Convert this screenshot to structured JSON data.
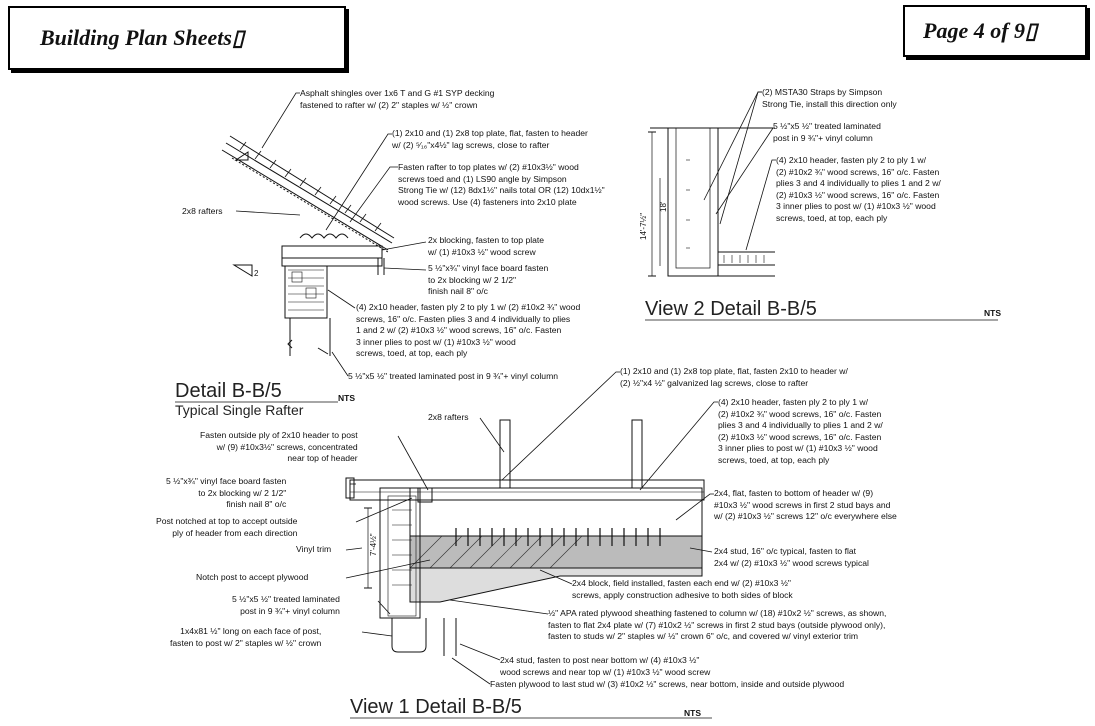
{
  "header": {
    "title": "Building Plan Sheets▯",
    "page": "Page 4 of 9▯"
  },
  "detail_bb5": {
    "title": "Detail B-B/5",
    "subtitle": "Typical Single Rafter",
    "nts": "NTS",
    "notes": {
      "shingles": "Asphalt shingles over 1x6 T and G #1 SYP decking\nfastened to rafter w/ (2) 2\" staples w/ ½\" crown",
      "top_plate": "(1) 2x10 and (1) 2x8 top plate, flat, fasten to header\nw/ (2) ⁵⁄₁₆\"x4½\" lag screws, close to rafter",
      "fasten_rafter": "Fasten rafter to top plates w/ (2) #10x3½\" wood\nscrews toed and (1) LS90 angle by Simpson\nStrong Tie w/ (12) 8dx1½\" nails total OR (12) 10dx1½\"\nwood screws.  Use (4) fasteners into 2x10 plate",
      "rafters": "2x8 rafters",
      "blocking": "2x blocking, fasten to top plate\nw/ (1) #10x3 ½\" wood screw",
      "vinyl_face": "5 ½\"x¾\" vinyl face board fasten\nto 2x blocking w/ 2 1/2\"\nfinish nail 8\" o/c",
      "header": "(4) 2x10 header, fasten ply 2 to ply 1 w/ (2) #10x2 ¾\" wood\nscrews, 16\" o/c.  Fasten plies 3 and 4 individually to plies\n1 and 2 w/ (2) #10x3 ½\" wood screws, 16\" o/c.  Fasten\n3 inner plies to post w/ (1) #10x3 ½\" wood\nscrews, toed, at top, each ply",
      "post": "5 ½\"x5 ½\" treated laminated post in 9 ¾\"+ vinyl column"
    }
  },
  "view2": {
    "title": "View 2 Detail B-B/5",
    "nts": "NTS",
    "dim_a": "14'-7½\"",
    "dim_b": "18'",
    "notes": {
      "straps": "(2) MSTA30 Straps by Simpson\nStrong Tie, install this direction only",
      "post": "5 ½\"x5 ½\" treated laminated\npost in 9 ¾\"+ vinyl column",
      "header": "(4) 2x10 header, fasten ply 2 to ply 1 w/\n(2) #10x2 ¾\" wood screws, 16\" o/c.  Fasten\nplies 3 and 4 individually to plies 1 and 2 w/\n(2) #10x3 ½\" wood screws, 16\" o/c.  Fasten\n3 inner plies to post w/ (1) #10x3 ½\" wood\nscrews, toed, at top, each ply"
    }
  },
  "view1": {
    "title": "View 1 Detail B-B/5",
    "nts": "NTS",
    "dim": "7'-4½\"",
    "notes": {
      "top_plate": "(1) 2x10 and (1) 2x8 top plate, flat, fasten 2x10 to header w/\n(2) ½\"x4 ½\" galvanized lag screws, close to rafter",
      "rafters": "2x8 rafters",
      "header": "(4) 2x10 header, fasten ply 2 to ply 1 w/\n(2) #10x2 ¾\" wood screws, 16\" o/c.  Fasten\nplies 3 and 4 individually to plies 1 and 2 w/\n(2) #10x3 ½\" wood screws, 16\" o/c.  Fasten\n3 inner plies to post w/ (1) #10x3 ½\" wood\nscrews, toed, at top, each ply",
      "outside_ply": "Fasten outside ply of 2x10 header to post\nw/ (9) #10x3½\" screws, concentrated\nnear top of header",
      "vinyl_face": "5 ½\"x¾\" vinyl face board fasten\nto 2x blocking w/ 2 1/2\"\nfinish nail 8\" o/c",
      "post_notched": "Post notched at top to accept outside\nply of header from each direction",
      "vinyl_trim": "Vinyl trim",
      "notch_post": "Notch post to accept plywood",
      "post": "5 ½\"x5 ½\" treated laminated\npost in 9 ¾\"+ vinyl column",
      "trim_1x4": "1x4x81 ½\" long on each face of post,\nfasten to post w/ 2\" staples w/ ½\" crown",
      "flat_2x4": "2x4, flat, fasten to bottom of header w/ (9)\n#10x3 ½\" wood screws in first 2 stud bays and\nw/ (2) #10x3 ½\" screws 12\" o/c everywhere else",
      "stud": "2x4 stud, 16\" o/c typical, fasten to flat\n2x4 w/ (2) #10x3 ½\" wood screws typical",
      "block": "2x4 block, field installed, fasten each end w/ (2) #10x3 ½\"\nscrews, apply construction adhesive to both sides of block",
      "plywood": "½\" APA rated plywood sheathing fastened to column w/ (18) #10x2 ½\" screws, as shown,\nfasten to flat 2x4 plate w/ (7) #10x2 ½\" screws in first 2 stud bays (outside plywood only),\nfasten to studs w/ 2\" staples w/ ½\" crown 6\" o/c, and covered w/ vinyl exterior trim",
      "stud_post": "2x4 stud, fasten to post near bottom w/ (4) #10x3 ½\"\nwood screws and near top w/ (1) #10x3 ½\" wood screw",
      "last_stud": "Fasten plywood to last stud w/ (3) #10x2 ½\" screws, near bottom, inside and outside plywood"
    }
  }
}
